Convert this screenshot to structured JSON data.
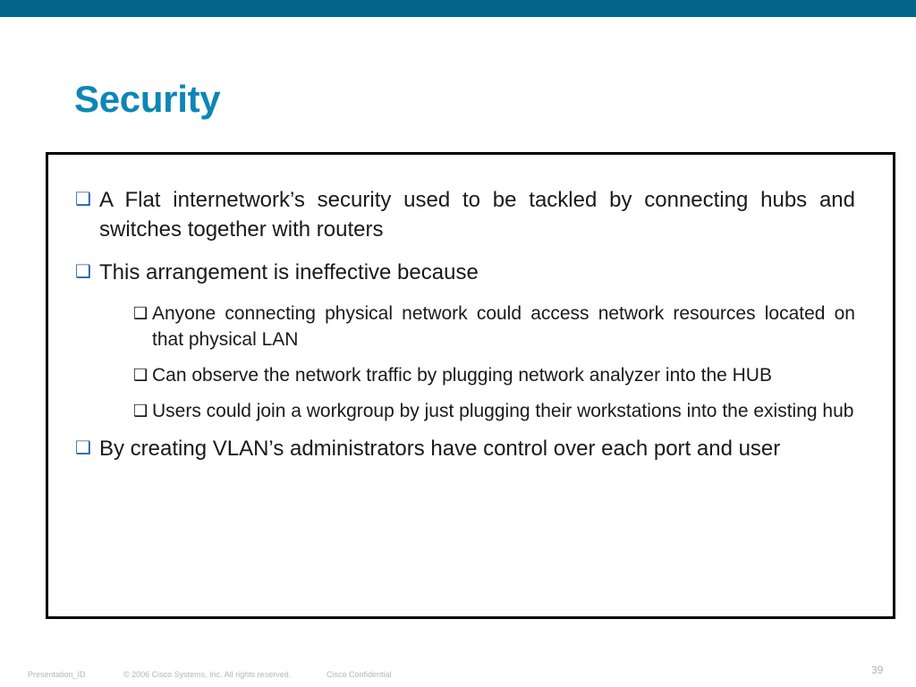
{
  "slide": {
    "title": "Security",
    "bullets": [
      {
        "mark": "❑",
        "text": "A Flat internetwork’s security used to be tackled by connecting hubs and switches together with routers"
      },
      {
        "mark": "❑",
        "text": "This arrangement is ineffective because"
      },
      {
        "mark": "❑",
        "text": "Anyone connecting physical network could access network resources located on that physical LAN"
      },
      {
        "mark": "❑",
        "text": "Can observe the network traffic by plugging network analyzer into the HUB"
      },
      {
        "mark": "❑",
        "text": "Users could join a workgroup by just plugging their workstations into the existing hub"
      },
      {
        "mark": "❑",
        "text": "By creating VLAN’s administrators have control over each port and user"
      }
    ]
  },
  "footer": {
    "presentation_id": "Presentation_ID",
    "copyright": "© 2006 Cisco Systems, Inc. All rights reserved.",
    "confidential": "Cisco Confidential",
    "page_number": "39"
  },
  "colors": {
    "top_bar": "#04648c",
    "title": "#0d86b6",
    "bullet_mark": "#1b5aa6"
  }
}
